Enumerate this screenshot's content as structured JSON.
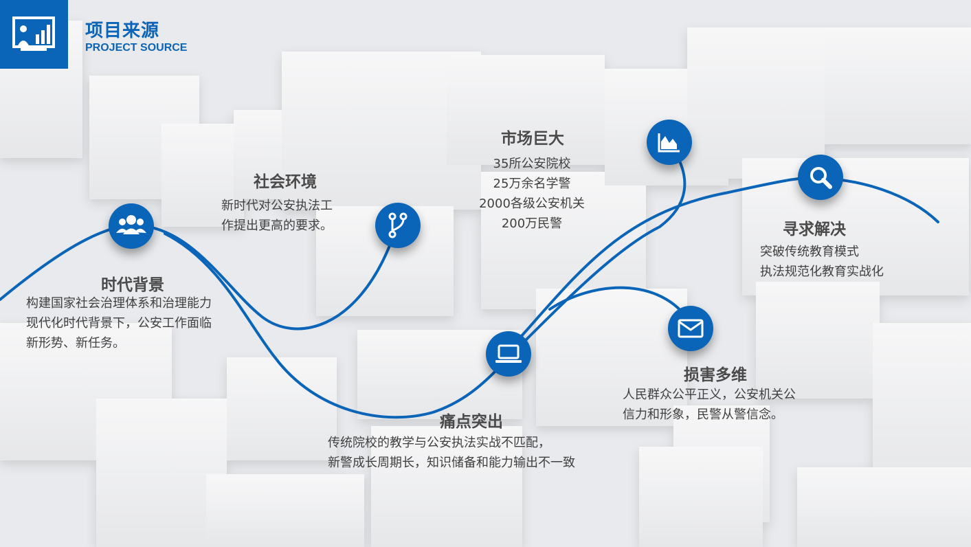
{
  "header": {
    "title_cn": "项目来源",
    "title_en": "PROJECT SOURCE",
    "logo_icon": "presentation-board-icon"
  },
  "colors": {
    "accent": "#0a64b8",
    "heading_text": "#4a4a4a",
    "body_text": "#404040"
  },
  "items": [
    {
      "icon": "users-group-icon",
      "heading": "时代背景",
      "lines": [
        "构建国家社会治理体系和治理能力",
        "现代化时代背景下，公安工作面临",
        "新形势、新任务。"
      ]
    },
    {
      "icon": "branch-icon",
      "heading": "社会环境",
      "lines": [
        "新时代对公安执法工",
        "作提出更高的要求。"
      ]
    },
    {
      "icon": "laptop-icon",
      "heading": "痛点突出",
      "lines": [
        "传统院校的教学与公安执法实战不匹配，",
        "新警成长周期长，知识储备和能力输出不一致"
      ]
    },
    {
      "icon": "area-chart-icon",
      "heading": "市场巨大",
      "lines": [
        "35所公安院校",
        "25万余名学警",
        "2000各级公安机关",
        "200万民警"
      ]
    },
    {
      "icon": "envelope-icon",
      "heading": "损害多维",
      "lines": [
        "人民群众公平正义，公安机关公",
        "信力和形象，民警从警信念。"
      ]
    },
    {
      "icon": "search-icon",
      "heading": "寻求解决",
      "lines": [
        "突破传统教育模式",
        "执法规范化教育实战化"
      ]
    }
  ]
}
